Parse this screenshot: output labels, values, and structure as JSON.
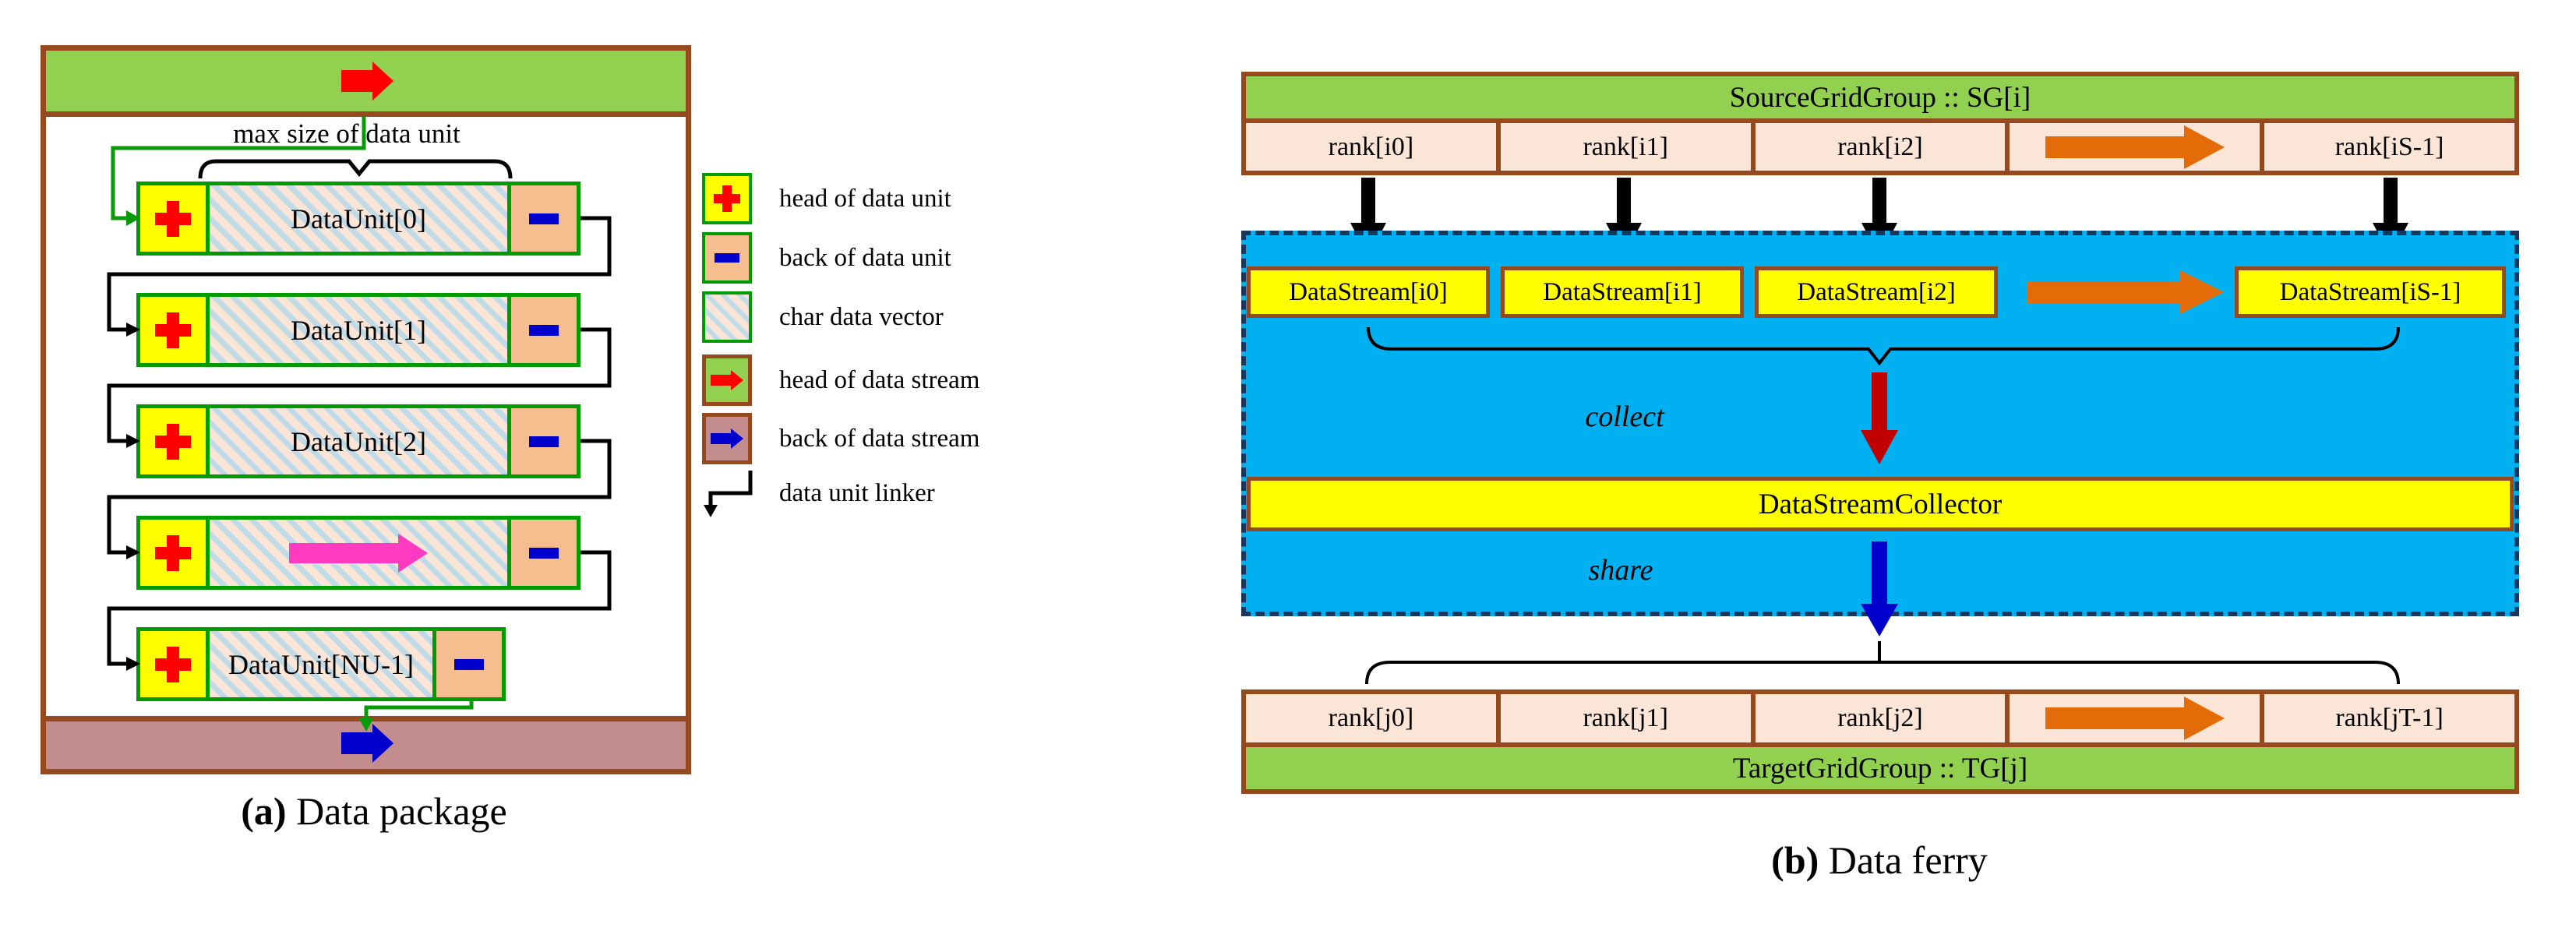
{
  "panel_a": {
    "header_note": "max size of data unit",
    "units": [
      "DataUnit[0]",
      "DataUnit[1]",
      "DataUnit[2]",
      "",
      "DataUnit[NU-1]"
    ],
    "legend": [
      "head of data unit",
      "back of data unit",
      "char data vector",
      "head of data stream",
      "back of data stream",
      "data unit linker"
    ],
    "caption_tag": "(a)",
    "caption": "Data package"
  },
  "panel_b": {
    "source_title": "SourceGridGroup  ::  SG[i]",
    "source_ranks": [
      "rank[i0]",
      "rank[i1]",
      "rank[i2]",
      "rank[iS-1]"
    ],
    "streams": [
      "DataStream[i0]",
      "DataStream[i1]",
      "DataStream[i2]",
      "DataStream[iS-1]"
    ],
    "collect_label": "collect",
    "collector_label": "DataStreamCollector",
    "share_label": "share",
    "target_ranks": [
      "rank[j0]",
      "rank[j1]",
      "rank[j2]",
      "rank[jT-1]"
    ],
    "target_title": "TargetGridGroup  ::  TG[j]",
    "caption_tag": "(b)",
    "caption": "Data ferry"
  },
  "colors": {
    "stream_green": "#92D050",
    "border_brown": "#96491D",
    "unit_border_green": "#009B00",
    "head_yellow": "#FFFF00",
    "rank_peach": "#FBE5D6",
    "back_peach": "#F5BE8E",
    "back_stream_mauve": "#C38D8D",
    "head_red": "#FF0000",
    "collect_dark_red": "#C00000",
    "back_blue": "#0000CC",
    "data_magenta": "#FF3BC1",
    "skip_orange": "#E36C09",
    "ferry_blue": "#00B0F0",
    "dash_navy": "#17375E",
    "hatch_stripe_blue": "#BFDBE8"
  }
}
